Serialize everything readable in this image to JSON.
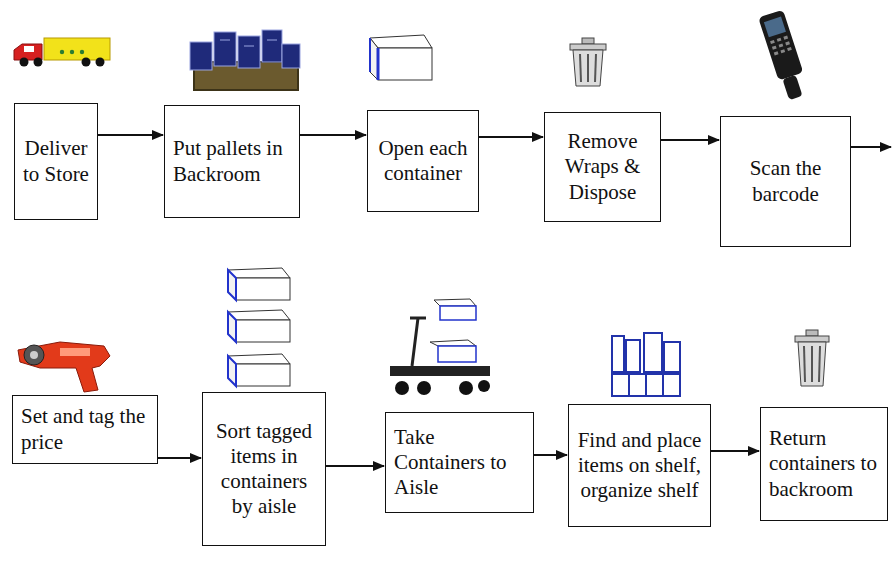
{
  "diagram": {
    "nodes": [
      {
        "text": [
          "Deliver to Store"
        ]
      },
      {
        "text": [
          "Put pallets in Backroom"
        ]
      },
      {
        "text": [
          "Open each container"
        ]
      },
      {
        "text": [
          "Remove Wraps & Dispose"
        ]
      },
      {
        "text": [
          "Scan the barcode"
        ]
      },
      {
        "text": [
          "Set and tag the price"
        ]
      },
      {
        "text": [
          "Sort tagged items in containers by aisle"
        ]
      },
      {
        "text": [
          "Take Containers to Aisle"
        ]
      },
      {
        "text": [
          "Find and place items on shelf, organize shelf"
        ]
      },
      {
        "text": [
          "Return containers to backroom"
        ]
      }
    ],
    "edges": [
      {
        "from": 0,
        "to": 1,
        "arrow": "to"
      },
      {
        "from": 1,
        "to": 2,
        "arrow": "to"
      },
      {
        "from": 2,
        "to": 3,
        "arrow": "to"
      },
      {
        "from": 3,
        "to": 4,
        "arrow": "to"
      },
      {
        "from": 5,
        "to": 6,
        "arrow": "to"
      },
      {
        "from": 6,
        "to": 7,
        "arrow": "to"
      },
      {
        "from": 7,
        "to": 8,
        "arrow": "to"
      },
      {
        "from": 8,
        "to": 9,
        "arrow": "to"
      }
    ]
  }
}
